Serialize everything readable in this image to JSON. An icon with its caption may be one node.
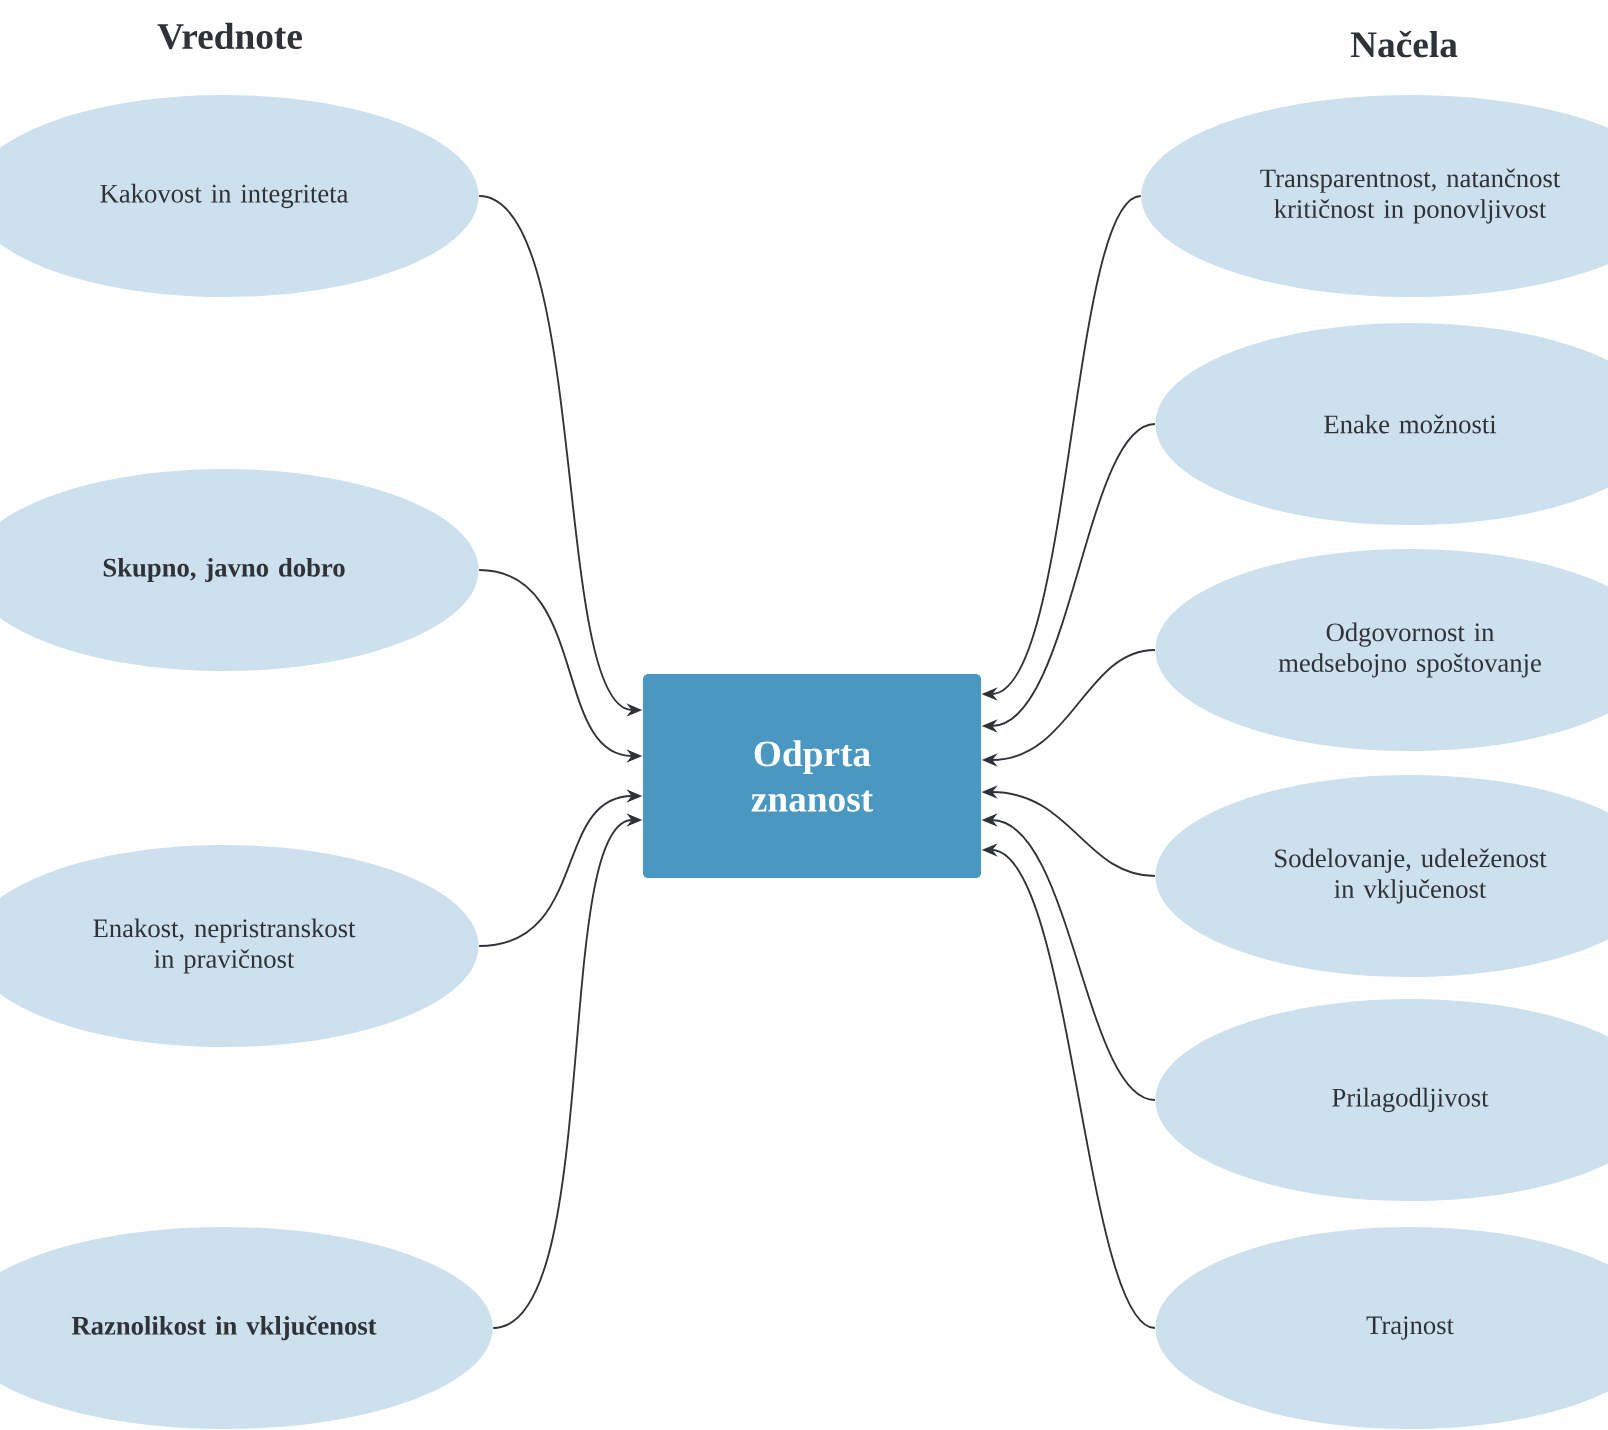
{
  "diagram": {
    "nodes": [
      {
        "text": [
          "Kakovost in integriteta"
        ]
      },
      {
        "text": [
          "Skupno, javno dobro"
        ]
      },
      {
        "text": [
          "Enakost, nepristranskost in pravičnost"
        ]
      },
      {
        "text": [
          "Raznolikost in vključenost"
        ]
      },
      {
        "text": [
          "Odprta znanost"
        ]
      },
      {
        "text": [
          "Transparentnost, natančnost kritičnost in ponovljivost"
        ]
      },
      {
        "text": [
          "Enake možnosti"
        ]
      },
      {
        "text": [
          "Odgovornost in medsebojno spoštovanje"
        ]
      },
      {
        "text": [
          "Sodelovanje, udeleženost in vključenost"
        ]
      },
      {
        "text": [
          "Prilagodljivost"
        ]
      },
      {
        "text": [
          "Trajnost"
        ]
      }
    ],
    "edges": [
      {
        "from": 0,
        "to": 4,
        "arrow": "to"
      },
      {
        "from": 1,
        "to": 4,
        "arrow": "to"
      },
      {
        "from": 2,
        "to": 4,
        "arrow": "to"
      },
      {
        "from": 3,
        "to": 4,
        "arrow": "to"
      },
      {
        "from": 5,
        "to": 4,
        "arrow": "to"
      },
      {
        "from": 6,
        "to": 4,
        "arrow": "to"
      },
      {
        "from": 7,
        "to": 4,
        "arrow": "to"
      },
      {
        "from": 8,
        "to": 4,
        "arrow": "to"
      },
      {
        "from": 9,
        "to": 4,
        "arrow": "to"
      },
      {
        "from": 10,
        "to": 4,
        "arrow": "to"
      }
    ],
    "labels": [
      "Vrednote",
      "Načela"
    ]
  }
}
